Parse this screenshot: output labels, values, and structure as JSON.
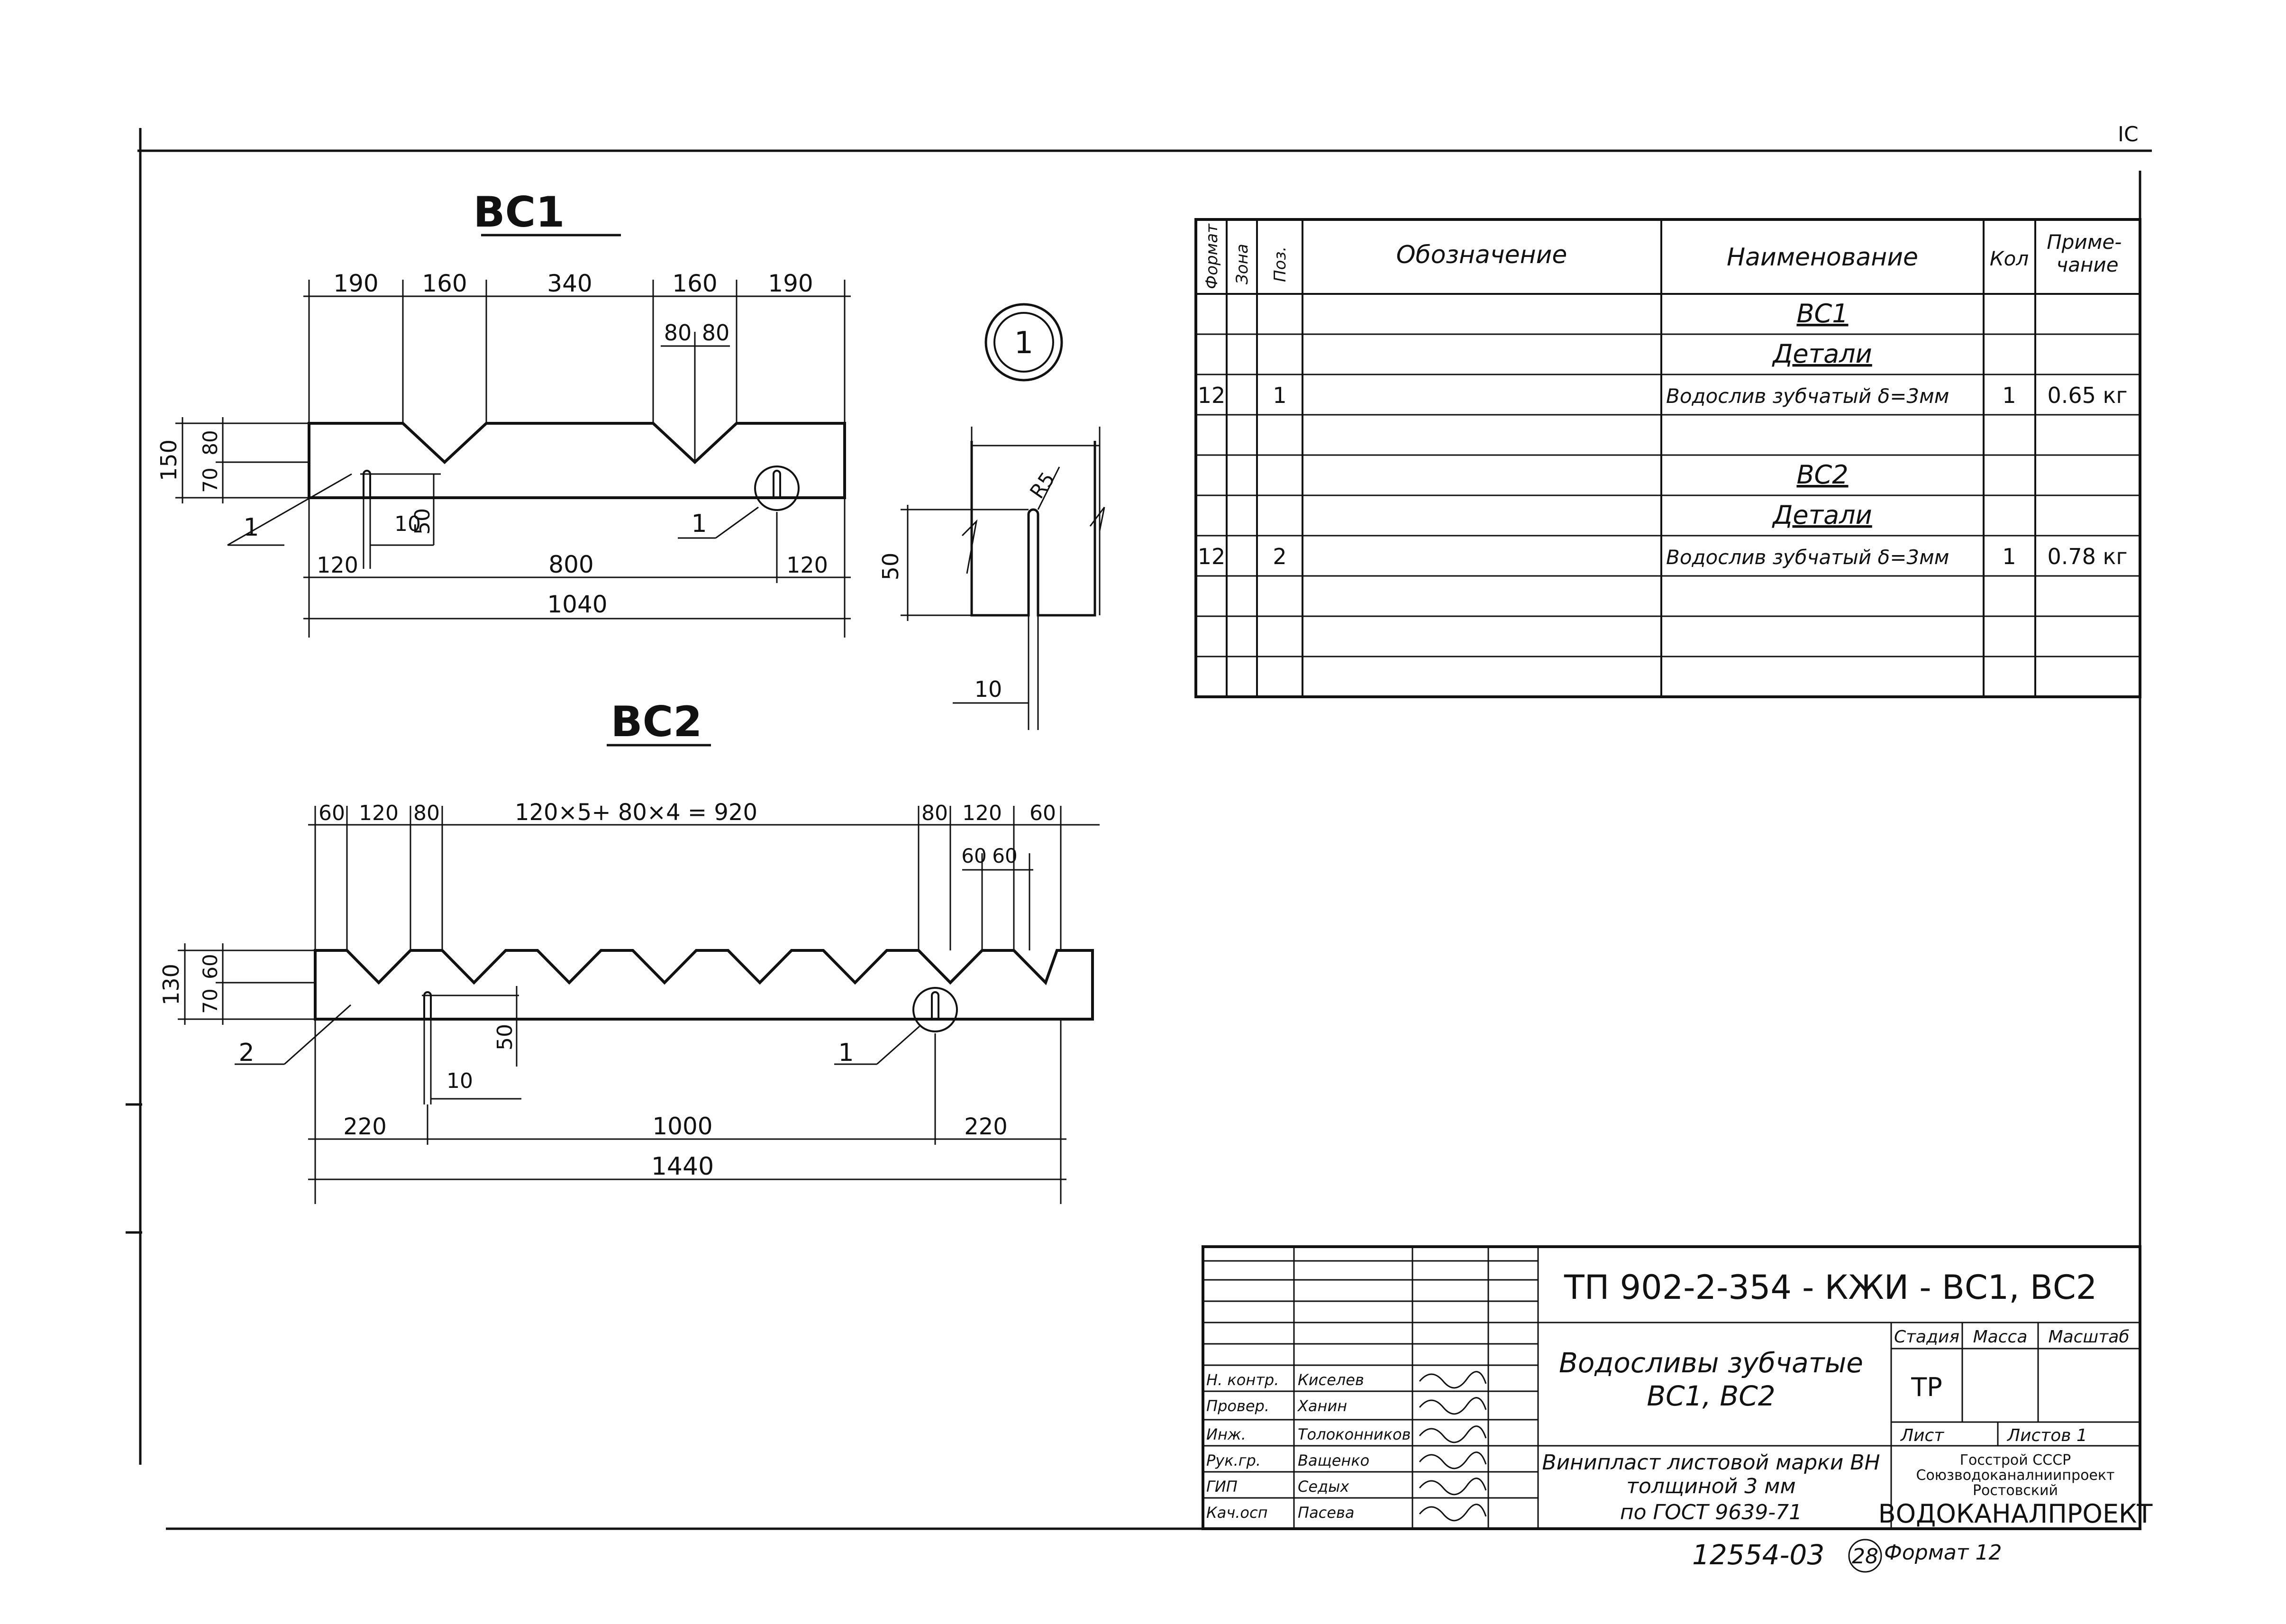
{
  "corner_mark": "IC",
  "views": {
    "vc1_title": "ВС1",
    "vc2_title": "ВС2",
    "node_label": "1"
  },
  "vc1_dims": {
    "top": [
      "190",
      "160",
      "340",
      "160",
      "190"
    ],
    "notch": [
      "80",
      "80"
    ],
    "height_total": "150",
    "height_parts": [
      "70",
      "80"
    ],
    "slot_width": "10",
    "slot_depth": "50",
    "bottom": [
      "120",
      "800",
      "120"
    ],
    "overall": "1040",
    "callouts": [
      "1",
      "1"
    ]
  },
  "detail_dims": {
    "radius": "R5",
    "depth": "50",
    "width": "10"
  },
  "vc2_dims": {
    "top": [
      "60",
      "120",
      "80",
      "120×5+ 80×4 = 920",
      "80",
      "120",
      "60"
    ],
    "notch": [
      "60",
      "60"
    ],
    "height_total": "130",
    "height_parts": [
      "70",
      "60"
    ],
    "slot_depth": "50",
    "slot_width": "10",
    "bottom": [
      "220",
      "1000",
      "220"
    ],
    "overall": "1440",
    "callouts": [
      "2",
      "1"
    ]
  },
  "spec_table": {
    "headers": [
      "Формат",
      "Зона",
      "Поз.",
      "Обозначение",
      "Наименование",
      "Кол",
      "Приме-\nчание"
    ],
    "rows": [
      {
        "format": "",
        "zone": "",
        "pos": "",
        "designation": "",
        "name": "ВС1",
        "qty": "",
        "note": "",
        "style": "heading"
      },
      {
        "format": "",
        "zone": "",
        "pos": "",
        "designation": "",
        "name": "Детали",
        "qty": "",
        "note": "",
        "style": "heading"
      },
      {
        "format": "12",
        "zone": "",
        "pos": "1",
        "designation": "",
        "name": "Водослив зубчатый δ=3мм",
        "qty": "1",
        "note": "0.65 кг",
        "style": "item"
      },
      {
        "format": "",
        "zone": "",
        "pos": "",
        "designation": "",
        "name": "",
        "qty": "",
        "note": "",
        "style": "item"
      },
      {
        "format": "",
        "zone": "",
        "pos": "",
        "designation": "",
        "name": "ВС2",
        "qty": "",
        "note": "",
        "style": "heading"
      },
      {
        "format": "",
        "zone": "",
        "pos": "",
        "designation": "",
        "name": "Детали",
        "qty": "",
        "note": "",
        "style": "heading"
      },
      {
        "format": "12",
        "zone": "",
        "pos": "2",
        "designation": "",
        "name": "Водослив зубчатый δ=3мм",
        "qty": "1",
        "note": "0.78 кг",
        "style": "item"
      },
      {
        "format": "",
        "zone": "",
        "pos": "",
        "designation": "",
        "name": "",
        "qty": "",
        "note": "",
        "style": "item"
      },
      {
        "format": "",
        "zone": "",
        "pos": "",
        "designation": "",
        "name": "",
        "qty": "",
        "note": "",
        "style": "item"
      },
      {
        "format": "",
        "zone": "",
        "pos": "",
        "designation": "",
        "name": "",
        "qty": "",
        "note": "",
        "style": "item"
      }
    ]
  },
  "title_block": {
    "doc_code": "ТП 902-2-354  - КЖИ - ВС1, ВС2",
    "title_lines": [
      "Водосливы зубчатые",
      "ВС1, ВС2"
    ],
    "material_lines": [
      "Винипласт листовой марки ВН",
      "толщиной 3 мм",
      "по ГОСТ 9639-71"
    ],
    "stage_header": "Стадия",
    "mass_header": "Масса",
    "scale_header": "Масштаб",
    "stage": "ТР",
    "sheet_label": "Лист",
    "sheets_label": "Листов 1",
    "org_lines": [
      "Госстрой СССР",
      "Союзводоканалниипроект",
      "Ростовский"
    ],
    "org_big": "ВОДОКАНАЛПРОЕКТ",
    "signatures": [
      {
        "role": "Н. контр.",
        "name": "Киселев"
      },
      {
        "role": "Провер.",
        "name": "Ханин"
      },
      {
        "role": "Инж.",
        "name": "Толоконников"
      },
      {
        "role": "Рук.гр.",
        "name": "Ващенко"
      },
      {
        "role": "ГИП",
        "name": "Седых"
      },
      {
        "role": "Кач.осп",
        "name": "Пасева"
      }
    ]
  },
  "footer": {
    "inventory": "12554-03",
    "sheet_num": "28",
    "format": "Формат 12"
  }
}
